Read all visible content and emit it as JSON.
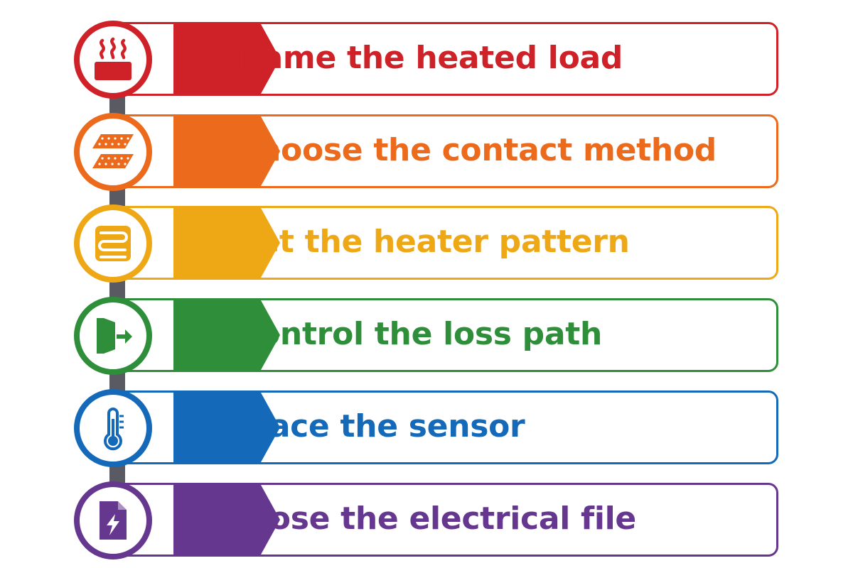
{
  "steps": [
    {
      "label": "Name the heated load",
      "color": "#cf2128",
      "icon": "steaming-block-icon"
    },
    {
      "label": "Choose the contact method",
      "color": "#ec6a1c",
      "icon": "stacked-pads-icon"
    },
    {
      "label": "Set the heater pattern",
      "color": "#eea815",
      "icon": "serpentine-heater-icon"
    },
    {
      "label": "Control the loss path",
      "color": "#2e8e3a",
      "icon": "exit-door-icon"
    },
    {
      "label": "Place the sensor",
      "color": "#146ab8",
      "icon": "thermometer-icon"
    },
    {
      "label": "Close the electrical file",
      "color": "#66378e",
      "icon": "electrical-file-icon"
    }
  ]
}
